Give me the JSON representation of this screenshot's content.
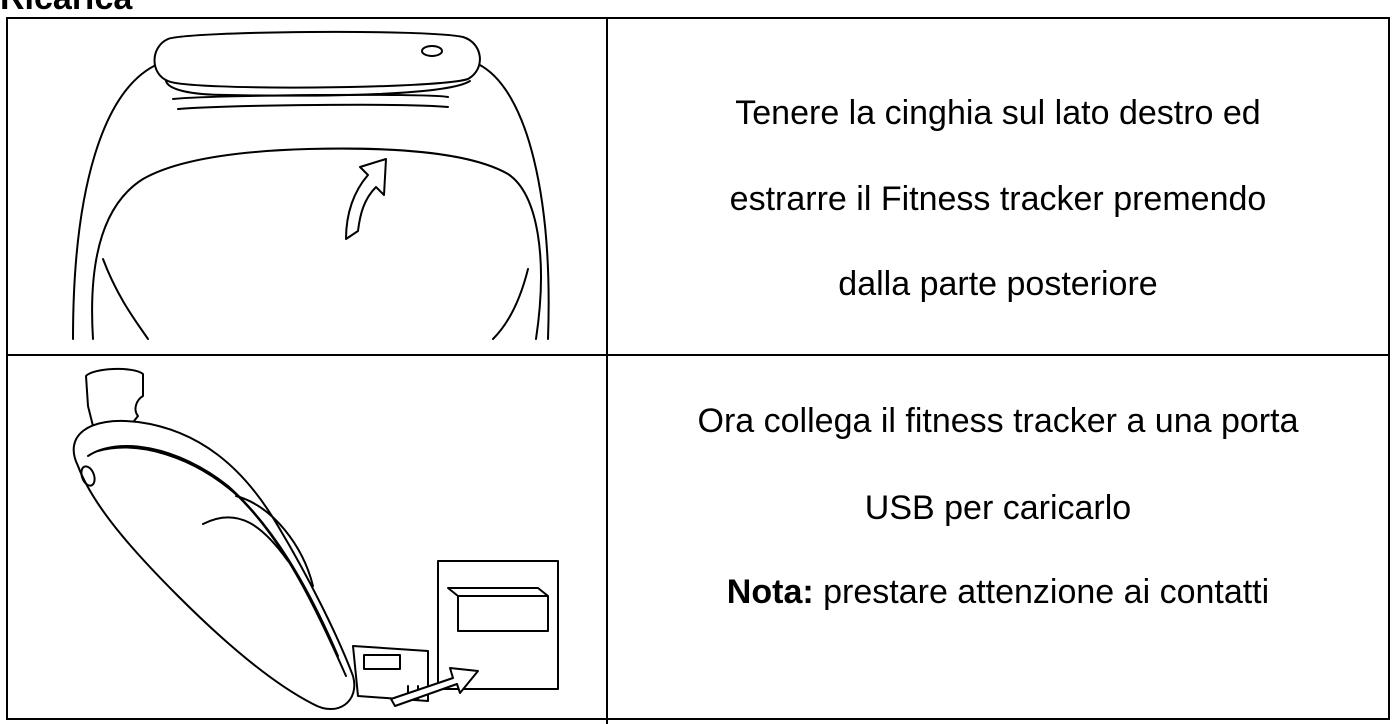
{
  "heading": "Ricarica",
  "steps": [
    {
      "illustration": "band-removal-illustration",
      "lines": [
        "Tenere la cinghia sul lato destro ed",
        "estrarre il Fitness tracker premendo",
        "dalla parte posteriore"
      ]
    },
    {
      "illustration": "usb-charging-illustration",
      "lines": [
        "Ora collega il fitness tracker a una porta",
        "USB per caricarlo"
      ],
      "note_label": "Nota:",
      "note_text": " prestare attenzione ai contatti"
    }
  ]
}
